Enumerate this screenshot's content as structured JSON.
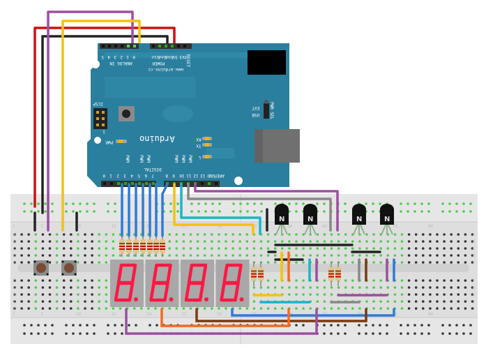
{
  "arduino": {
    "board_name": "Arduino",
    "website": "www.arduino.cc",
    "analog_header_label": "ANALOG IN",
    "power_header_label": "POWER",
    "digital_header_label": "DIGITAL",
    "icsp_label": "ICSP",
    "icsp_pin1_label": "1",
    "pwr_led_label": "PWR",
    "rx_led_label": "RX",
    "tx_led_label": "TX",
    "l_led_label": "L",
    "pwr_sel_label": "PWR SEL",
    "ext_label": "EXT",
    "usb_label": "USB",
    "reset_label": "RESET",
    "analog_pins": [
      "5",
      "4",
      "3",
      "2",
      "1",
      "0"
    ],
    "power_pins": [
      "Vin",
      "Gnd",
      "Gnd",
      "5V",
      "3V3"
    ],
    "digital_pins": [
      "0",
      "1",
      "2",
      "3",
      "4",
      "5",
      "6",
      "7",
      "8",
      "9",
      "10",
      "11",
      "12",
      "13",
      "GND",
      "AREF"
    ],
    "rx_tx_labels": [
      "RX",
      "TX"
    ],
    "pwm_label": "PWM"
  },
  "breadboard": {
    "row_labels_top": [
      "A",
      "B",
      "C",
      "D",
      "E"
    ],
    "row_labels_bottom": [
      "F",
      "G",
      "H",
      "I",
      "J"
    ],
    "column_numbers": [
      "1",
      "5",
      "10",
      "15",
      "20",
      "25",
      "30",
      "35",
      "40",
      "45",
      "50",
      "55",
      "60"
    ]
  },
  "display": {
    "digits": [
      "8.",
      "8.",
      "8.",
      "8."
    ],
    "segment_color": "#ff1744",
    "body_color": "#a8a8a8"
  },
  "transistors": [
    {
      "label": "N"
    },
    {
      "label": "N"
    },
    {
      "label": "N"
    },
    {
      "label": "N"
    }
  ],
  "buttons": [
    {
      "name": "pushbutton-1"
    },
    {
      "name": "pushbutton-2"
    }
  ],
  "colors": {
    "board_blue": "#2a7f9e",
    "wire_red": "#cc1111",
    "wire_black": "#222222",
    "wire_purple": "#9b4fa0",
    "wire_yellow": "#f4c20d",
    "wire_blue": "#2f7ad6",
    "wire_cyan": "#19b5c9",
    "wire_green": "#2ec27e",
    "wire_gray": "#888888",
    "wire_orange": "#f26a21",
    "wire_brown": "#7a3a0f"
  }
}
